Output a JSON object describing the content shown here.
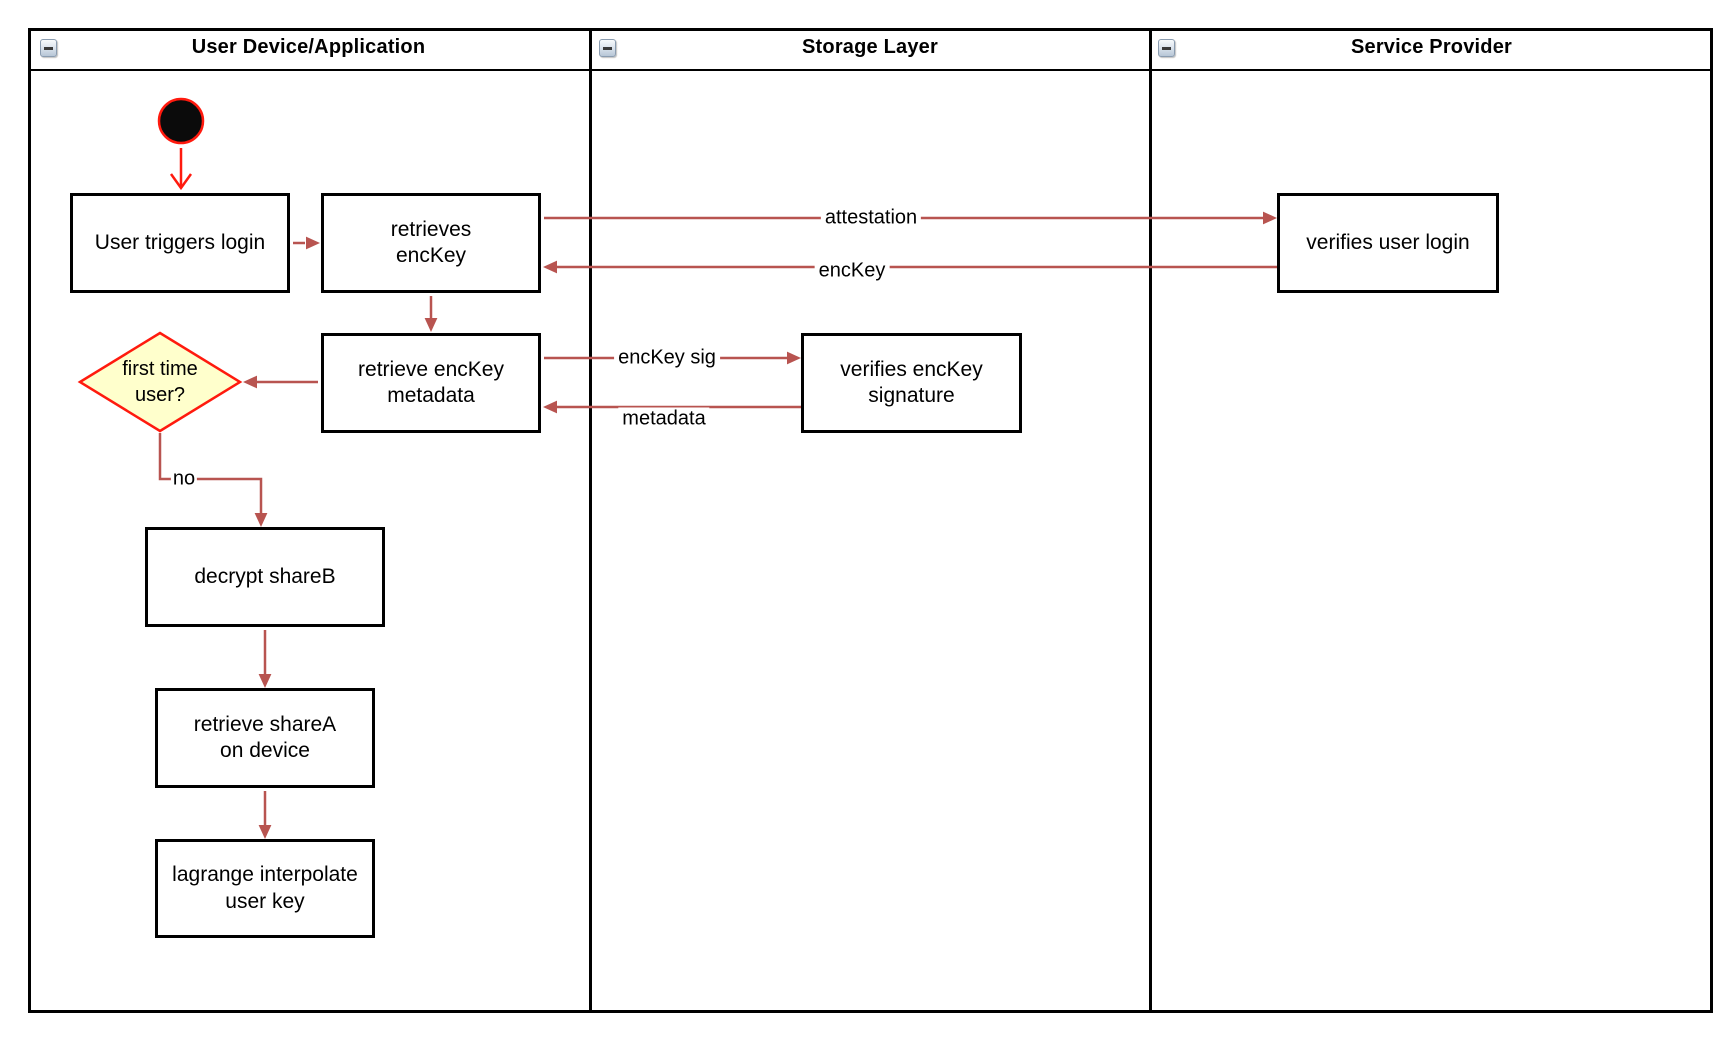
{
  "colors": {
    "edge": "#B85450",
    "accent_red": "#FF1A0E",
    "decision_fill": "#FFFFCC",
    "shape_border": "#000000"
  },
  "lanes": [
    {
      "title": "User Device/Application"
    },
    {
      "title": "Storage Layer"
    },
    {
      "title": "Service Provider"
    }
  ],
  "nodes": {
    "user_triggers_login": {
      "label": "User triggers login"
    },
    "retrieves_enckey": {
      "label": "retrieves\nencKey"
    },
    "retrieve_enckey_metadata": {
      "label": "retrieve encKey\nmetadata"
    },
    "first_time_user": {
      "label": "first time\nuser?"
    },
    "decrypt_shareb": {
      "label": "decrypt shareB"
    },
    "retrieve_sharea": {
      "label": "retrieve shareA\non device"
    },
    "lagrange_interpolate": {
      "label": "lagrange interpolate\nuser key"
    },
    "verifies_enckey_signature": {
      "label": "verifies encKey\nsignature"
    },
    "verifies_user_login": {
      "label": "verifies user login"
    }
  },
  "edge_labels": {
    "attestation": "attestation",
    "enckey": "encKey",
    "enckey_sig": "encKey sig",
    "metadata": "metadata",
    "no": "no"
  }
}
